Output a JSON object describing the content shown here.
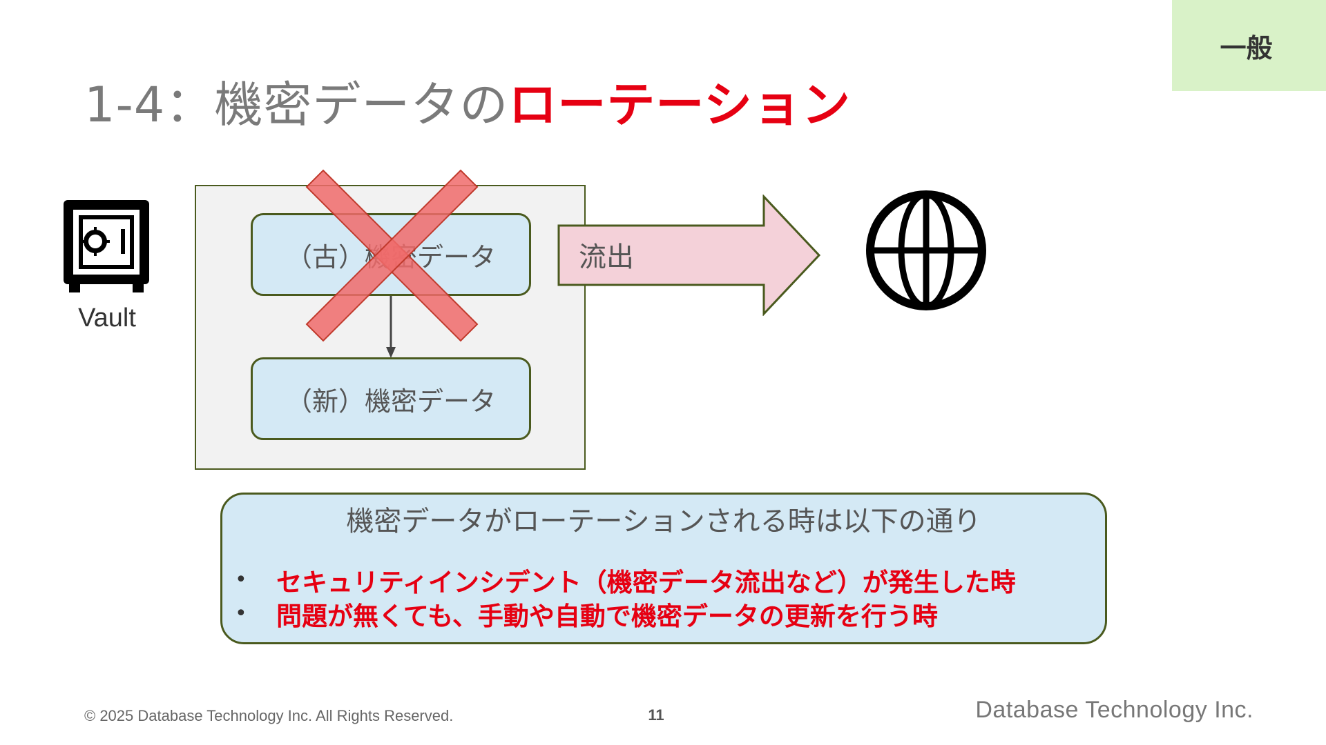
{
  "tag_label": "一般",
  "title": {
    "prefix": "1-4：機密データの",
    "highlight": "ローテーション"
  },
  "vault_label": "Vault",
  "diagram": {
    "old_secret": "（古）機密データ",
    "new_secret": "（新）機密データ",
    "leak_label": "流出"
  },
  "info": {
    "heading": "機密データがローテーションされる時は以下の通り",
    "bullets": [
      "セキュリティインシデント（機密データ流出など）が発生した時",
      "問題が無くても、手動や自動で機密データの更新を行う時"
    ]
  },
  "footer": {
    "copyright": "© 2025 Database Technology Inc. All Rights Reserved.",
    "page_number": "11",
    "company": "Database Technology Inc."
  },
  "colors": {
    "accent_red": "#e60012",
    "box_fill": "#d4e9f5",
    "tag_fill": "#d9f2c8",
    "arrow_fill": "#f4d1d9"
  },
  "icons": [
    "safe-icon",
    "globe-icon",
    "cross-mark-icon",
    "down-arrow-icon",
    "right-arrow-icon"
  ]
}
